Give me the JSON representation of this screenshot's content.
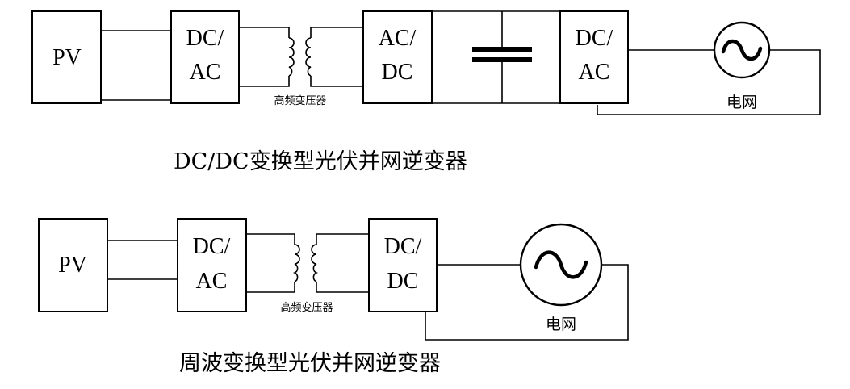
{
  "diagram1": {
    "pv": "PV",
    "inverter1": [
      "DC/",
      "AC"
    ],
    "transformer": "高频变压器",
    "rectifier": [
      "AC/",
      "DC"
    ],
    "inverter2": [
      "DC/",
      "AC"
    ],
    "grid": "电网",
    "title": "DC/DC变换型光伏并网逆变器"
  },
  "diagram2": {
    "pv": "PV",
    "inverter": [
      "DC/",
      "AC"
    ],
    "transformer": "高频变压器",
    "converter": [
      "DC/",
      "DC"
    ],
    "grid": "电网",
    "title": "周波变换型光伏并网逆变器"
  }
}
